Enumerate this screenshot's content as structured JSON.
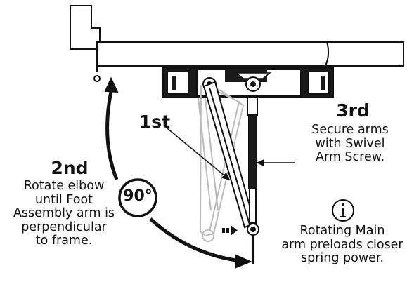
{
  "steps": {
    "first": {
      "label": "1st"
    },
    "second": {
      "label": "2nd",
      "lines": [
        "Rotate elbow",
        "until Foot",
        "Assembly arm is",
        "perpendicular",
        "to frame."
      ]
    },
    "third": {
      "label": "3rd",
      "lines": [
        "Secure arms",
        "with Swivel",
        "Arm Screw."
      ]
    }
  },
  "angle_badge": "90°",
  "info": {
    "icon": "info-icon",
    "lines": [
      "Rotating Main",
      "arm preloads closer",
      "spring power."
    ]
  },
  "colors": {
    "ink": "#111111",
    "ghost": "#b8b8b8",
    "frame_fill": "#ffffff"
  }
}
